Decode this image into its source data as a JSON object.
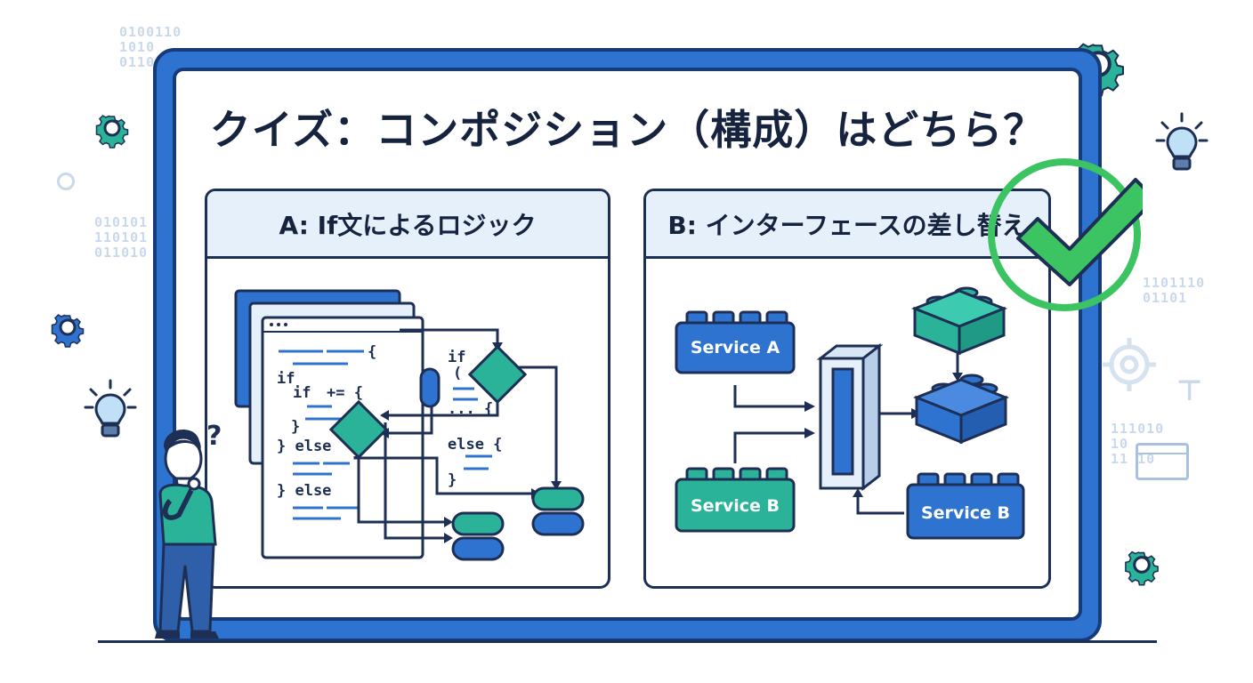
{
  "title": "クイズ：コンポジション（構成）はどちら？",
  "option_a": {
    "heading": "A: If文によるロジック",
    "code_tokens": [
      "{",
      "if",
      "if",
      "+= {",
      "}",
      "} else",
      "} else",
      "if",
      "(",
      "... {",
      "else {",
      "}"
    ]
  },
  "option_b": {
    "heading": "B: インターフェースの差し替え",
    "service_a_label": "Service A",
    "service_b_label": "Service B",
    "service_b_swapped_label": "Service B"
  },
  "decoration": {
    "binary_top_left": "0100110\n1010\n0110",
    "binary_mid_left": "010101\n110101\n011010",
    "binary_right_1": "1101110\n01101",
    "binary_right_2": "111010\n10\n11 10"
  },
  "person": {
    "thought": "?"
  },
  "colors": {
    "board_blue": "#2f73d1",
    "navy": "#1d2f55",
    "teal": "#2bb39a",
    "green_check": "#3cc463",
    "light_blue": "#e6f0fb"
  }
}
